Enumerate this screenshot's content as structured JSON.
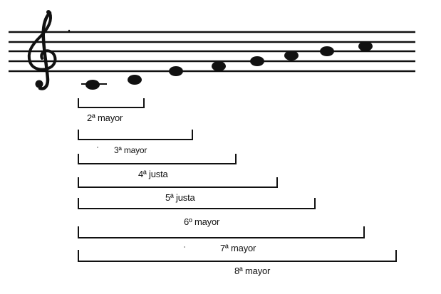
{
  "staff": {
    "clef": "treble-clef-icon",
    "notes": [
      "C4",
      "D4",
      "E4",
      "F4",
      "G4",
      "A4",
      "B4",
      "C5"
    ]
  },
  "intervals": [
    {
      "label": "2ª mayor"
    },
    {
      "label": "3ª mayor"
    },
    {
      "label": "4ª justa"
    },
    {
      "label": "5ª justa"
    },
    {
      "label": "6º mayor"
    },
    {
      "label": "7ª mayor"
    },
    {
      "label": "8ª mayor"
    }
  ]
}
